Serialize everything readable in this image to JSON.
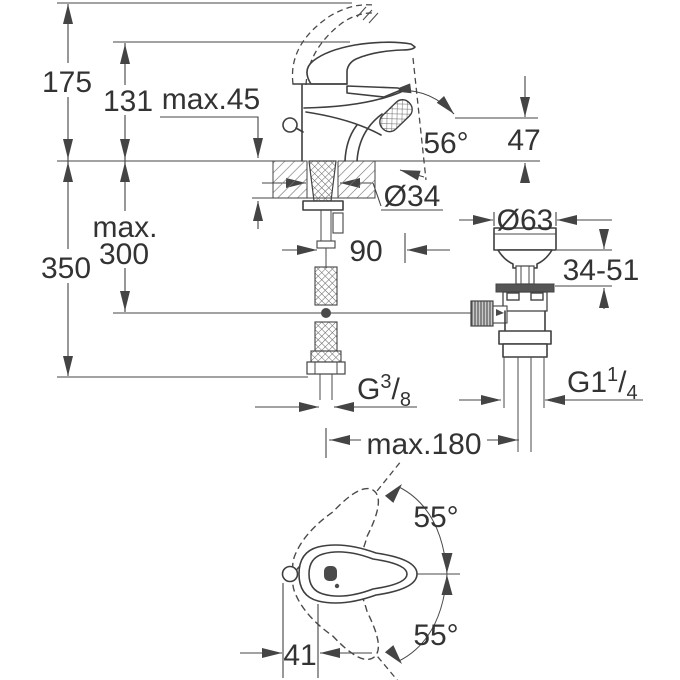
{
  "drawing": {
    "type": "faucet installation dimension drawing",
    "colors": {
      "line": "#444444",
      "text": "#333333",
      "background": "#ffffff",
      "dark": "#4a4a4a"
    },
    "labels": {
      "h175": "175",
      "h131": "131",
      "deck_max": "max.45",
      "angle56": "56°",
      "h47": "47",
      "dia34": "Ø34",
      "dia63": "Ø63",
      "reach90": "90",
      "grip": "34-51",
      "max_word": "max.",
      "v300": "300",
      "h350": "350",
      "g38": {
        "g": "G",
        "sup": "3",
        "slash": "/",
        "sub": "8"
      },
      "g114": {
        "g": "G1",
        "sup": "1",
        "slash": "/",
        "sub": "4"
      },
      "max180": "max.180",
      "swivel_top": "55°",
      "swivel_bottom": "55°",
      "w41": "41"
    }
  }
}
